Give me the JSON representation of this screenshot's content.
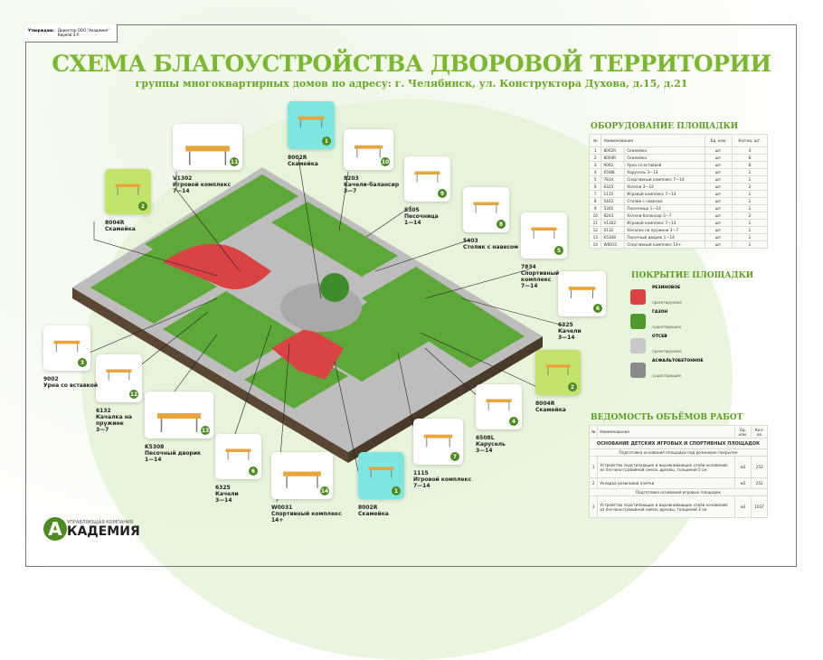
{
  "approval": {
    "label": "Утверждаю:",
    "text": "Директор ООО \"Академия\"\nКиреев Э.Р."
  },
  "title": "СХЕМА БЛАГОУСТРОЙСТВА ДВОРОВОЙ ТЕРРИТОРИИ",
  "subtitle": "группы многоквартирных домов по адресу: г. Челябинск, ул. Конструктора Духова, д.15, д.21",
  "colors": {
    "rubber": "#d94343",
    "grass": "#4f9a2e",
    "screening": "#c8c8c8",
    "asphalt": "#8a8a8a",
    "accent": "#7cb82f",
    "badge": "#4d8a1f"
  },
  "callouts": [
    {
      "num": "1",
      "code": "8002R",
      "name": "Скамейка",
      "bg": "#7ee6e0",
      "icon": "bench-icon"
    },
    {
      "num": "2",
      "code": "8004R",
      "name": "Скамейка",
      "bg": "#c2e46a",
      "icon": "bench-icon"
    },
    {
      "num": "11",
      "code": "V1302",
      "name": "Игровой комплекс\n7—14",
      "bg": "#ffffff",
      "icon": "playground-complex-icon"
    },
    {
      "num": "10",
      "code": "8203",
      "name": "Качели-балансир\n3—7",
      "bg": "#ffffff",
      "icon": "seesaw-icon"
    },
    {
      "num": "9",
      "code": "5305",
      "name": "Песочница\n1—14",
      "bg": "#ffffff",
      "icon": "sandbox-icon"
    },
    {
      "num": "8",
      "code": "5403",
      "name": "Столик с навесом",
      "bg": "#ffffff",
      "icon": "canopy-table-icon"
    },
    {
      "num": "5",
      "code": "7834",
      "name": "Спортивный\nкомплекс\n7—14",
      "bg": "#ffffff",
      "icon": "sport-complex-icon"
    },
    {
      "num": "6",
      "code": "6325",
      "name": "Качели\n3—14",
      "bg": "#ffffff",
      "icon": "swing-icon"
    },
    {
      "num": "2",
      "code": "8004R",
      "name": "Скамейка",
      "bg": "#c2e46a",
      "icon": "bench-icon"
    },
    {
      "num": "4",
      "code": "6508L",
      "name": "Карусель\n3—14",
      "bg": "#ffffff",
      "icon": "carousel-icon"
    },
    {
      "num": "7",
      "code": "1115",
      "name": "Игровой комплекс\n7—14",
      "bg": "#ffffff",
      "icon": "playground-complex-icon"
    },
    {
      "num": "1",
      "code": "8002R",
      "name": "Скамейка",
      "bg": "#7ee6e0",
      "icon": "bench-icon"
    },
    {
      "num": "14",
      "code": "W0031",
      "name": "Спортивный комплекс\n14+",
      "bg": "#ffffff",
      "icon": "sport-complex-icon"
    },
    {
      "num": "6",
      "code": "6325",
      "name": "Качели\n3—14",
      "bg": "#ffffff",
      "icon": "swing-icon"
    },
    {
      "num": "13",
      "code": "K5308",
      "name": "Песочный дворик\n1—14",
      "bg": "#ffffff",
      "icon": "sandbox-icon"
    },
    {
      "num": "12",
      "code": "6132",
      "name": "Качалка на\nпружине\n3—7",
      "bg": "#ffffff",
      "icon": "spring-rocker-icon"
    },
    {
      "num": "3",
      "code": "9002",
      "name": "Урна со вставкой",
      "bg": "#ffffff",
      "icon": "trash-bin-icon"
    }
  ],
  "equipment": {
    "title": "ОБОРУДОВАНИЕ ПЛОЩАДКИ",
    "headers": [
      "№",
      "Наименование",
      "Ед. изм.",
      "Кол-во, шт."
    ],
    "rows": [
      [
        "1",
        "8002R",
        "Скамейка",
        "шт.",
        "4"
      ],
      [
        "2",
        "8004R",
        "Скамейка",
        "шт.",
        "8"
      ],
      [
        "3",
        "9002",
        "Урна со вставкой",
        "шт.",
        "8"
      ],
      [
        "4",
        "6508L",
        "Карусель 3—14",
        "шт.",
        "1"
      ],
      [
        "5",
        "7834",
        "Спортивный комплекс 7—14",
        "шт.",
        "1"
      ],
      [
        "6",
        "6325",
        "Качели 3—14",
        "шт.",
        "2"
      ],
      [
        "7",
        "1115",
        "Игровой комплекс 7—14",
        "шт.",
        "1"
      ],
      [
        "8",
        "5403",
        "Столик с навесом",
        "шт.",
        "1"
      ],
      [
        "9",
        "5305",
        "Песочница 1—14",
        "шт.",
        "1"
      ],
      [
        "10",
        "8203",
        "Качели-балансир 3—7",
        "шт.",
        "2"
      ],
      [
        "11",
        "V1302",
        "Игровой комплекс 7—14",
        "шт.",
        "1"
      ],
      [
        "12",
        "6132",
        "Качалка на пружине 3—7",
        "шт.",
        "1"
      ],
      [
        "13",
        "K5308",
        "Песочный дворик 1—14",
        "шт.",
        "1"
      ],
      [
        "14",
        "W0031",
        "Спортивный комплекс 14+",
        "шт.",
        "1"
      ]
    ]
  },
  "coverage": {
    "title": "ПОКРЫТИЕ ПЛОЩАДКИ",
    "items": [
      {
        "name": "РЕЗИНОВОЕ",
        "status": "проектируемое",
        "color": "#d94343"
      },
      {
        "name": "ГАЗОН",
        "status": "существующее",
        "color": "#4f9a2e"
      },
      {
        "name": "ОТСЕВ",
        "status": "проектируемое",
        "color": "#c8c8c8"
      },
      {
        "name": "АСФАЛЬТОБЕТОННОЕ",
        "status": "существующее",
        "color": "#8a8a8a"
      }
    ]
  },
  "works": {
    "title": "ВЕДОМОСТЬ ОБЪЁМОВ РАБОТ",
    "headers": [
      "№",
      "Наименование",
      "Ед. изм.",
      "Кол-во"
    ],
    "section": "ОСНОВАНИЕ ДЕТСКИХ ИГРОВЫХ И СПОРТИВНЫХ ПЛОЩАДОК",
    "sub1": "Подготовка основания площадки под резиновое покрытие",
    "sub2": "Подготовка основания игровых площадок",
    "rows": [
      [
        "1",
        "Устройство подстилающих и выравнивающих слоёв оснований: из песчано-гравийной смеси, дресвы, толщиной 5 см",
        "м2",
        "252"
      ],
      [
        "2",
        "Укладка резиновой плитки",
        "м2",
        "252"
      ],
      [
        "3",
        "Устройство подстилающих и выравнивающих слоёв оснований: из песчано-гравийной смеси, дресвы, толщиной 3 см",
        "м2",
        "1037"
      ]
    ]
  },
  "logo": {
    "small": "УПРАВЛЯЮЩАЯ КОМПАНИЯ",
    "letter": "А",
    "big": "КАДЕМИЯ"
  }
}
